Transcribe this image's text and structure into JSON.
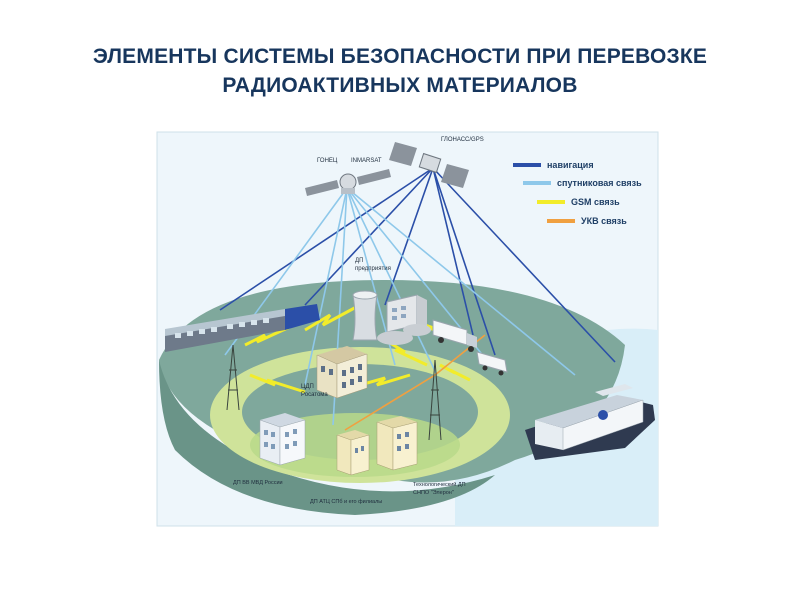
{
  "slide": {
    "title_line1": "ЭЛЕМЕНТЫ СИСТЕМЫ БЕЗОПАСНОСТИ ПРИ ПЕРЕВОЗКЕ",
    "title_line2": "РАДИОАКТИВНЫХ МАТЕРИАЛОВ"
  },
  "legend": [
    {
      "label": "навигация",
      "color": "#2b4fa8"
    },
    {
      "label": "спутниковая связь",
      "color": "#8ec8ea"
    },
    {
      "label": "GSM связь",
      "color": "#f2ec2a"
    },
    {
      "label": "УКВ связь",
      "color": "#f0a040"
    }
  ],
  "satellites": {
    "left_label_1": "ГОНЕЦ",
    "left_label_2": "INMARSAT",
    "right_label": "ГЛОНАСС/GPS"
  },
  "labels": {
    "dp_enterprise_1": "ДП",
    "dp_enterprise_2": "предприятия",
    "cdp_1": "ЦДП",
    "cdp_2": "Росатома",
    "dp_vv_mvd": "ДП ВВ МВД России",
    "dp_atc": "ДП АТЦ СПб и его филиалы",
    "tech_dp_1": "Технологический ДП",
    "tech_dp_2": "СНПО \"Элерон\""
  },
  "colors": {
    "title": "#17365d",
    "ground": "#7fa89c",
    "ring": "#cfe39a",
    "sky": "#eaf4fa",
    "water": "#d6ecf6"
  }
}
